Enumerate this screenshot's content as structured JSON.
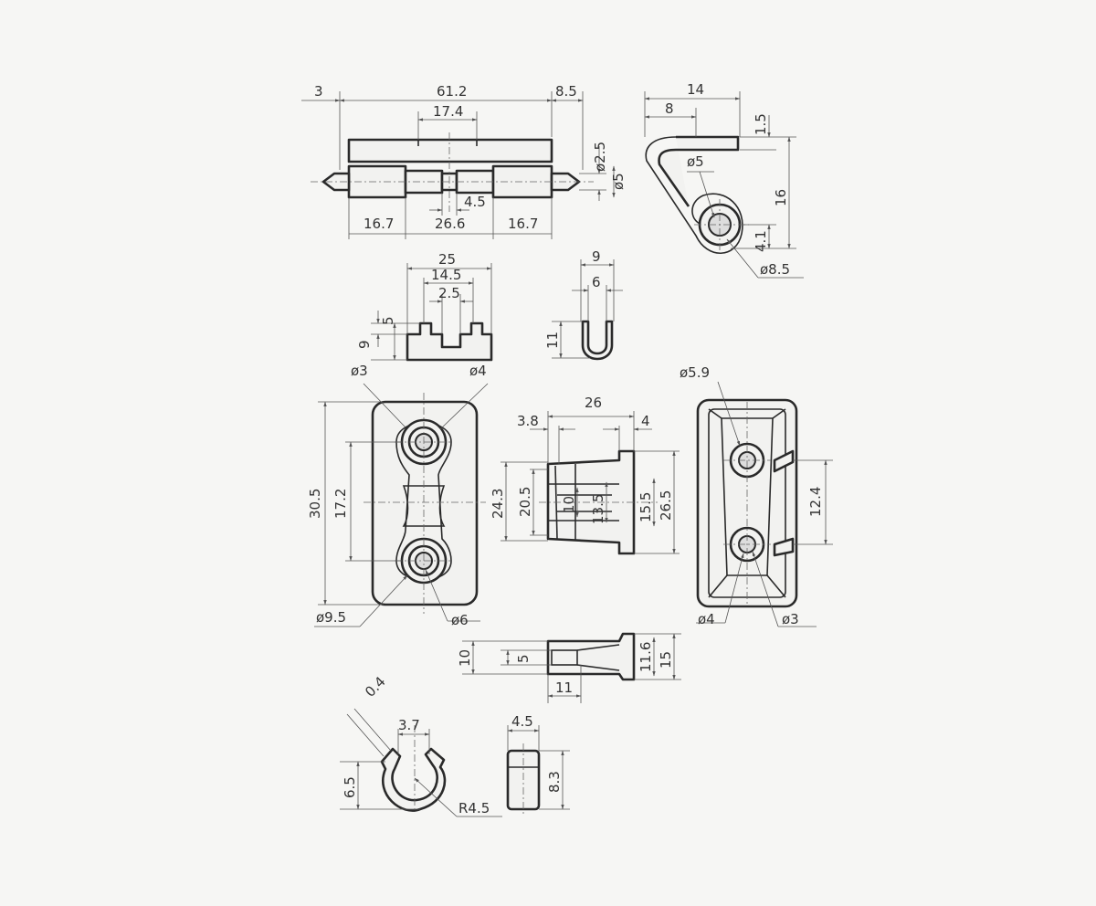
{
  "colors": {
    "background": "#f6f6f4",
    "line": "#2a2a2a",
    "dimension": "#555555"
  },
  "views": {
    "hinge_front": {
      "overall": "61.2",
      "left_tip": "3",
      "right_tip": "8.5",
      "center_slot": "17.4",
      "pin_dia": "ø2.5",
      "knuckle_dia": "ø5",
      "gap": "4.5",
      "left_leaf": "16.7",
      "middle_leaf": "26.6",
      "right_leaf": "16.7"
    },
    "hinge_side": {
      "width": "14",
      "offset": "8",
      "thickness": "1.5",
      "eye_dia": "ø5",
      "height": "16",
      "eye_offset": "4.1",
      "outer_dia": "ø8.5"
    },
    "clip_top": {
      "width": "25",
      "inner": "14.5",
      "slot": "2.5",
      "notch": "5",
      "height": "9",
      "left_hole": "ø3",
      "right_hole": "ø4"
    },
    "u_clip": {
      "outer": "9",
      "inner": "6",
      "height": "11"
    },
    "base_plate": {
      "height": "30.5",
      "pitch": "17.2",
      "boss_dia": "ø9.5",
      "hole_dia": "ø6"
    },
    "bracket_side": {
      "length": "26",
      "step_left": "3.8",
      "step_right": "4",
      "h1": "24.3",
      "h2": "20.5",
      "h3": "10",
      "h4": "13.5",
      "h5": "15.5",
      "h6": "26.5"
    },
    "bracket_back": {
      "cbore": "ø5.9",
      "pitch": "12.4",
      "left_hole": "ø4",
      "right_hole": "ø3"
    },
    "bracket_bottom": {
      "h_left": "10",
      "slot": "5",
      "length": "11",
      "h_mid": "11.6",
      "h_right": "15"
    },
    "spring_clip": {
      "wire": "0.4",
      "opening": "3.7",
      "height": "6.5",
      "radius": "R4.5"
    },
    "small_block": {
      "width": "4.5",
      "height": "8.3"
    }
  }
}
